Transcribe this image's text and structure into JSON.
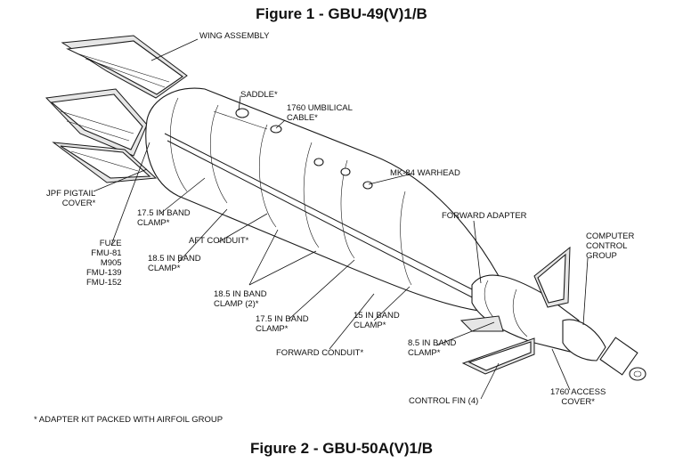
{
  "figure_title_top": "Figure 1 - GBU-49(V)1/B",
  "figure_title_bottom": "Figure 2 - GBU-50A(V)1/B",
  "footnote": "* ADAPTER KIT PACKED WITH AIRFOIL GROUP",
  "labels": {
    "wing_assembly": "WING ASSEMBLY",
    "saddle": "SADDLE*",
    "umbilical_cable": "1760 UMBILICAL\nCABLE*",
    "mk84_warhead": "MK-84 WARHEAD",
    "forward_adapter": "FORWARD ADAPTER",
    "computer_control_group": "COMPUTER\nCONTROL\nGROUP",
    "jpf_pigtail_cover": "JPF PIGTAIL\nCOVER*",
    "band_clamp_175_aft": "17.5 IN BAND\nCLAMP*",
    "fuze": "FUZE\nFMU-81\nM905\nFMU-139\nFMU-152",
    "aft_conduit": "AFT CONDUIT*",
    "band_clamp_185": "18.5 IN BAND\nCLAMP*",
    "band_clamp_185_x2": "18.5 IN BAND\nCLAMP (2)*",
    "band_clamp_175_fwd": "17.5 IN BAND\nCLAMP*",
    "band_clamp_15": "15 IN BAND\nCLAMP*",
    "forward_conduit": "FORWARD CONDUIT*",
    "band_clamp_85": "8.5 IN BAND\nCLAMP*",
    "control_fin": "CONTROL FIN (4)",
    "access_cover": "1760 ACCESS\nCOVER*"
  }
}
